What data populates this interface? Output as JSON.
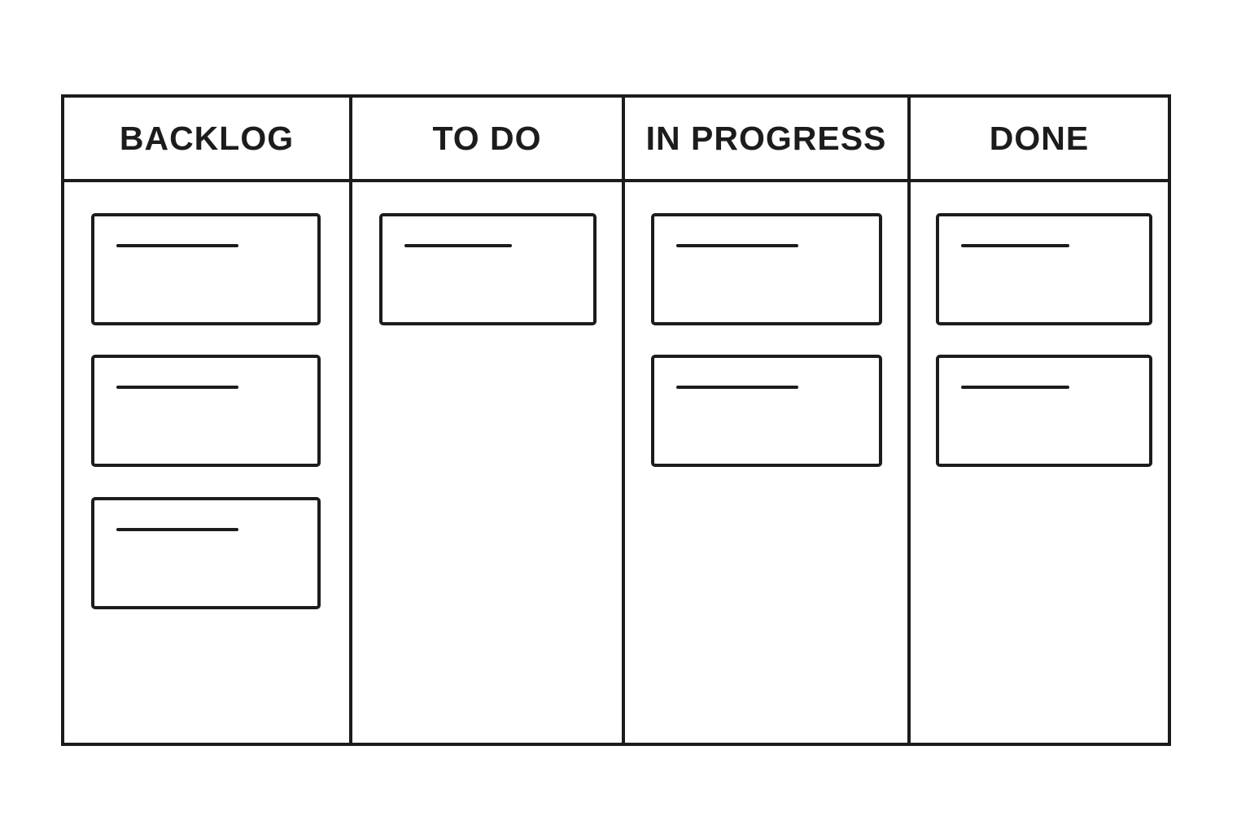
{
  "board": {
    "columns": [
      {
        "title": "BACKLOG",
        "card_count": 3
      },
      {
        "title": "TO DO",
        "card_count": 1
      },
      {
        "title": "IN PROGRESS",
        "card_count": 2
      },
      {
        "title": "DONE",
        "card_count": 2
      }
    ]
  },
  "colors": {
    "stroke": "#1c1c1c",
    "background": "#ffffff"
  }
}
